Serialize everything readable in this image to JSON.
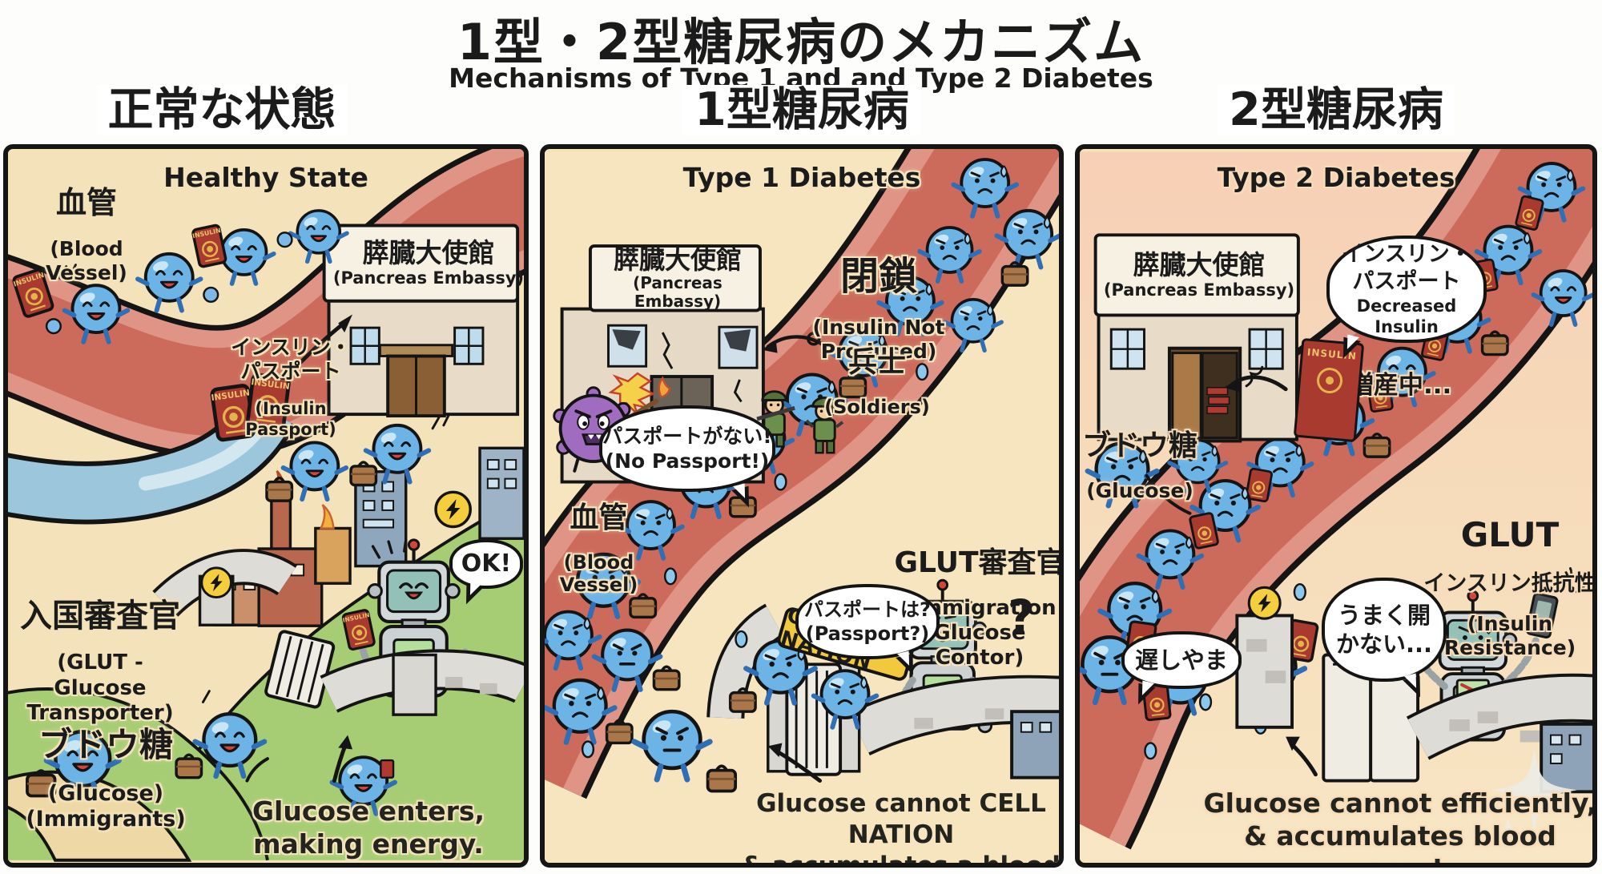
{
  "title": {
    "jp": "1型・2型糖尿病のメカニズム",
    "en": "Mechanisms of Type 1 and and Type 2 Diabetes"
  },
  "icons": {
    "lightning": "⚡",
    "question": "?",
    "sparkle": "✦"
  },
  "colors": {
    "vessel_red": "#cc6b5c",
    "vessel_rim": "#e09486",
    "panel_cream": "#f5e4ba",
    "panel_salmon": "#f7cfb6",
    "grass_green": "#a6cd74",
    "glucose_blue": "#6db4e6",
    "passport_red": "#a93a30",
    "sign_yellow": "#f2c93d",
    "river_blue": "#9cc6dc"
  },
  "panel1": {
    "header_jp": "正常な状態",
    "header_en": "Healthy State",
    "vessel_jp": "血管",
    "vessel_en": "(Blood Vessel)",
    "embassy_jp": "膵臓大使館",
    "embassy_en": "(Pancreas Embassy)",
    "insulin_jp": "インスリン・\nパスポート",
    "insulin_en": "(Insulin\nPassport)",
    "glut_jp": "入国審査官",
    "glut_en": "(GLUT - Glucose\nTransporter)",
    "glucose_jp": "ブドウ糖",
    "glucose_en": "(Glucose)\n(Immigrants)",
    "ok_bubble": "OK!",
    "caption": "Glucose enters,\nmaking energy.",
    "passport_text": "INSULIN"
  },
  "panel2": {
    "header_jp": "1型糖尿病",
    "header_en": "Type 1 Diabetes",
    "embassy_jp": "膵臓大使館",
    "embassy_en": "(Pancreas Embassy)",
    "closed_jp": "閉鎖",
    "closed_en": "(Insulin Not Produced)",
    "soldiers_jp": "兵士",
    "soldiers_en": "(Soldiers)",
    "no_passport_bubble": "パスポートがない!\n(No Passport!)",
    "vessel_jp": "血管",
    "vessel_en": "(Blood\nVessel)",
    "glut_jp": "GLUT審査官",
    "glut_en": "(Immigration\nGlucose\nContor)",
    "passport_bubble": "パスポートは?\n(Passport?)",
    "cell_nation_sign": "CELL NATION",
    "question_mark": "?",
    "caption": "Glucose cannot CELL NATION\n& accumulates a blood vessel."
  },
  "panel3": {
    "header_jp": "2型糖尿病",
    "header_en": "Type 2 Diabetes",
    "embassy_jp": "膵臓大使館",
    "embassy_en": "(Pancreas Embassy)",
    "insulin_bubble_jp": "インスリン・\nパスポート",
    "insulin_bubble_en": "Decreased Insulin",
    "increase_label": "増産中...",
    "glucose_jp": "ブドウ糖",
    "glucose_en": "(Glucose)",
    "glut_en": "GLUT",
    "resistance_jp": "インスリン抵抗性",
    "resistance_en": "(Insulin\nResistance)",
    "wont_open_bubble": "うまく開\nかない...",
    "slow_bubble": "遅しやま",
    "caption": "Glucose cannot efficiently,\n& accumulates blood vessel.",
    "passport_text": "INSULIN"
  }
}
